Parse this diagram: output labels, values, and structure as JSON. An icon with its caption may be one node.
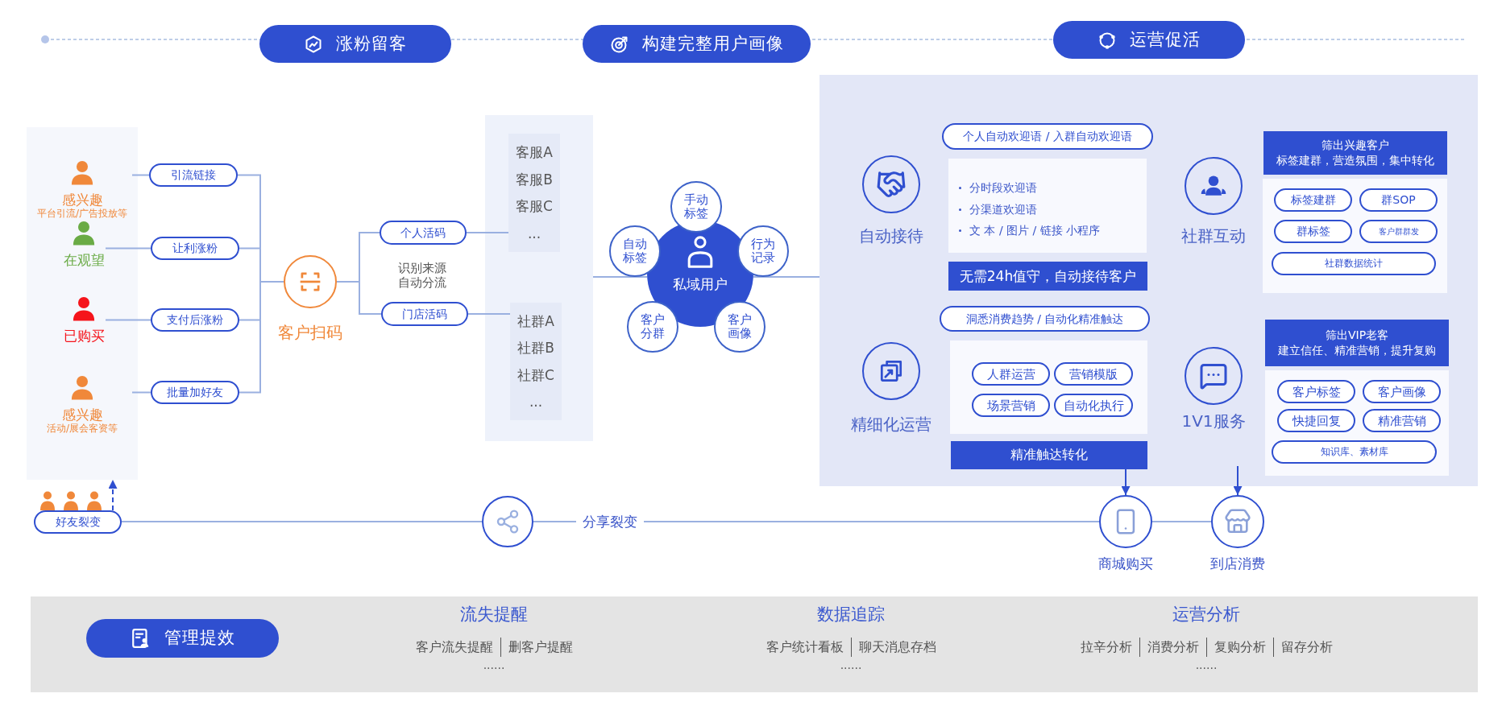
{
  "diagram": {
    "nodes": [
      {
        "text": [
          "涨粉留客"
        ]
      },
      {
        "text": [
          "构建完整用户画像"
        ]
      },
      {
        "text": [
          "运营促活"
        ]
      },
      {
        "text": [],
        "shape": "box"
      },
      {
        "text": [
          "感兴趣",
          "平台引流/广告投放等"
        ],
        "in": 3
      },
      {
        "text": [
          "在观望"
        ],
        "in": 3
      },
      {
        "text": [
          "已购买"
        ],
        "in": 3
      },
      {
        "text": [
          "感兴趣",
          "活动/展会客资等"
        ],
        "in": 3
      },
      {
        "text": [
          "引流链接"
        ]
      },
      {
        "text": [
          "让利涨粉"
        ]
      },
      {
        "text": [
          "支付后涨粉"
        ]
      },
      {
        "text": [
          "批量加好友"
        ]
      },
      {
        "text": [
          "客户扫码"
        ]
      },
      {
        "text": [
          "个人活码"
        ]
      },
      {
        "text": [
          "门店活码"
        ]
      },
      {
        "text": [],
        "shape": "box"
      },
      {
        "text": [
          "客服A",
          "客服B",
          "客服C",
          "..."
        ],
        "in": 15
      },
      {
        "text": [
          "社群A",
          "社群B",
          "社群C",
          "..."
        ],
        "in": 15
      },
      {
        "text": [
          "私域用户"
        ]
      },
      {
        "text": [
          "手动标签"
        ]
      },
      {
        "text": [
          "自动标签"
        ]
      },
      {
        "text": [
          "行为记录"
        ]
      },
      {
        "text": [
          "客户分群"
        ]
      },
      {
        "text": [
          "客户画像"
        ]
      },
      {
        "text": [],
        "shape": "box"
      },
      {
        "text": [
          "自动接待"
        ],
        "in": 24
      },
      {
        "text": [
          "个人自动欢迎语 / 入群自动欢迎语"
        ],
        "in": 24
      },
      {
        "text": [
          "分时段欢迎语",
          "分渠道欢迎语",
          "文 本 / 图片 / 链接 小程序"
        ],
        "in": 24
      },
      {
        "text": [
          "无需24h值守，自动接待客户"
        ],
        "in": 24
      },
      {
        "text": [
          "社群互动"
        ],
        "in": 24
      },
      {
        "text": [
          "筛出兴趣客户",
          "标签建群，营造氛围，集中转化"
        ],
        "in": 24
      },
      {
        "text": [],
        "shape": "box",
        "in": 24
      },
      {
        "text": [
          "标签建群"
        ],
        "in": 31
      },
      {
        "text": [
          "群SOP"
        ],
        "in": 31
      },
      {
        "text": [
          "群标签"
        ],
        "in": 31
      },
      {
        "text": [
          "客户群群发"
        ],
        "in": 31
      },
      {
        "text": [
          "社群数据统计"
        ],
        "in": 31
      },
      {
        "text": [
          "精细化运营"
        ],
        "in": 24
      },
      {
        "text": [
          "洞悉消费趋势 / 自动化精准触达"
        ],
        "in": 24
      },
      {
        "text": [],
        "shape": "box",
        "in": 24
      },
      {
        "text": [
          "人群运营"
        ],
        "in": 39
      },
      {
        "text": [
          "营销模版"
        ],
        "in": 39
      },
      {
        "text": [
          "场景营销"
        ],
        "in": 39
      },
      {
        "text": [
          "自动化执行"
        ],
        "in": 39
      },
      {
        "text": [
          "精准触达转化"
        ],
        "in": 24
      },
      {
        "text": [
          "1V1服务"
        ],
        "in": 24
      },
      {
        "text": [
          "筛出VIP老客",
          "建立信任、精准营销，提升复购"
        ],
        "in": 24
      },
      {
        "text": [],
        "shape": "box",
        "in": 24
      },
      {
        "text": [
          "客户标签"
        ],
        "in": 47
      },
      {
        "text": [
          "客户画像"
        ],
        "in": 47
      },
      {
        "text": [
          "快捷回复"
        ],
        "in": 47
      },
      {
        "text": [
          "精准营销"
        ],
        "in": 47
      },
      {
        "text": [
          "知识库、素材库"
        ],
        "in": 47
      },
      {
        "text": [
          "好友裂变"
        ]
      },
      {
        "text": [],
        "shape": "circle"
      },
      {
        "text": [
          "商城购买"
        ]
      },
      {
        "text": [
          "到店消费"
        ]
      },
      {
        "text": [
          "流失提醒",
          "客户流失提醒",
          "删客户提醒",
          "......",
          "数据追踪",
          "客户统计看板",
          "聊天消息存档",
          "......",
          "运营分析",
          "拉辛分析",
          "消费分析",
          "复购分析",
          "留存分析",
          "......"
        ]
      },
      {
        "text": [
          "管理提效"
        ],
        "in": 57
      }
    ],
    "edges": [
      {
        "from": 4,
        "to": 8,
        "arrow": "none"
      },
      {
        "from": 5,
        "to": 9,
        "arrow": "none"
      },
      {
        "from": 6,
        "to": 10,
        "arrow": "none"
      },
      {
        "from": 7,
        "to": 11,
        "arrow": "none"
      },
      {
        "from": 8,
        "to": 12,
        "arrow": "none"
      },
      {
        "from": 9,
        "to": 12,
        "arrow": "none"
      },
      {
        "from": 10,
        "to": 12,
        "arrow": "none"
      },
      {
        "from": 11,
        "to": 12,
        "arrow": "none"
      },
      {
        "from": 12,
        "to": 13,
        "arrow": "none"
      },
      {
        "from": 12,
        "to": 14,
        "arrow": "none"
      },
      {
        "from": 13,
        "to": 16,
        "arrow": "none"
      },
      {
        "from": 14,
        "to": 17,
        "arrow": "none"
      },
      {
        "from": 15,
        "to": 18,
        "arrow": "none"
      },
      {
        "from": 18,
        "to": 24,
        "arrow": "none"
      },
      {
        "from": 44,
        "to": 55,
        "arrow": "to",
        "color": "#2f4fd0"
      },
      {
        "from": null,
        "to": 56,
        "arrow": "to",
        "color": "#2f4fd0"
      },
      {
        "from": 53,
        "to": 54,
        "arrow": "none"
      },
      {
        "from": 54,
        "to": 55,
        "arrow": "none",
        "label": "分享裂变"
      },
      {
        "from": 55,
        "to": 56,
        "arrow": "none"
      },
      {
        "from": 53,
        "to": 3,
        "arrow": "to",
        "style": "dashed",
        "color": "#2f4fd0"
      }
    ],
    "labels": [
      "识别来源自动分流"
    ]
  }
}
